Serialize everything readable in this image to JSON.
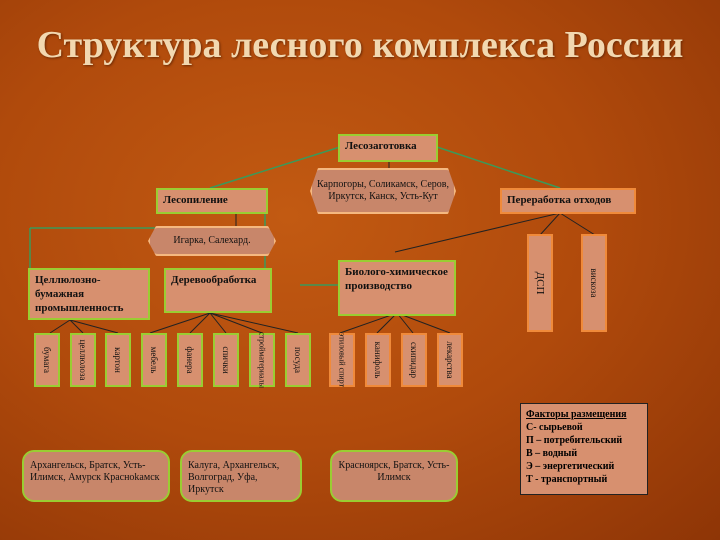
{
  "title": "Структура лесного комплекса России",
  "nodes": {
    "logging": "Лесозаготовка",
    "logging_cities": "Карпогоры, Соликамск, Серов, Иркутск, Канск, Усть-Кут",
    "sawmill": "Лесопиление",
    "sawmill_cities": "Игарка, Салехард.",
    "waste": "Переработка отходов",
    "pulp": "Целлюлозно-бумажная промышленность",
    "wood": "Деревообработка",
    "biochem": "Биолого-химическое производство"
  },
  "pulp_products": [
    "бумага",
    "целлюлоза",
    "картон"
  ],
  "wood_products": [
    "мебель",
    "фанера",
    "спички",
    "стройматериалы",
    "посуда"
  ],
  "biochem_products": [
    "этиловый спирт",
    "канифоль",
    "скипидар",
    "лекарства"
  ],
  "waste_products": [
    "ДСП",
    "вискоза"
  ],
  "cities": {
    "pulp": "Архангельск, Братск, Усть-Илимск, Амурск Красноkамск",
    "wood": "Калуга, Архангельск, Волгоград, Уфа, Иркутск",
    "biochem": "Красноярск, Братск, Усть-Илимск"
  },
  "factors": {
    "title": "Факторы размещения",
    "items": [
      "С- сырьевой",
      "П – потребительский",
      "В – водный",
      "Э – энергетический",
      "Т - транспортный"
    ]
  }
}
